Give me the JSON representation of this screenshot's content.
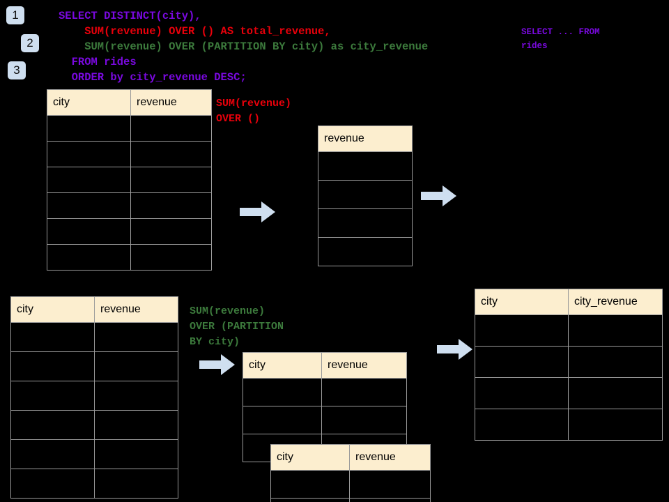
{
  "steps": [
    {
      "label": "1"
    },
    {
      "label": "2"
    },
    {
      "label": "3"
    }
  ],
  "query": {
    "line1": "SELECT DISTINCT(city),",
    "line2": "    SUM(revenue) OVER () AS total_revenue,",
    "line3": "    SUM(revenue) OVER (PARTITION BY city) as city_revenue",
    "line4": "  FROM rides",
    "line5": "  ORDER by city_revenue DESC;"
  },
  "side_note": {
    "line1": "SELECT ... FROM",
    "line2": "rides"
  },
  "annotations": {
    "sum_over_empty": "SUM(revenue)\nOVER ()",
    "sum_over_partition": "SUM(revenue)\nOVER (PARTITION\nBY city)"
  },
  "tables": {
    "source_top": {
      "columns": [
        "city",
        "revenue"
      ],
      "row_count": 6,
      "rows": [
        [
          "",
          ""
        ],
        [
          "",
          ""
        ],
        [
          "",
          ""
        ],
        [
          "",
          ""
        ],
        [
          "",
          ""
        ],
        [
          "",
          ""
        ]
      ]
    },
    "total_revenue": {
      "columns": [
        "revenue"
      ],
      "row_count": 4,
      "rows": [
        [
          ""
        ],
        [
          ""
        ],
        [
          ""
        ],
        [
          ""
        ]
      ]
    },
    "source_bottom": {
      "columns": [
        "city",
        "revenue"
      ],
      "row_count": 6,
      "rows": [
        [
          "",
          ""
        ],
        [
          "",
          ""
        ],
        [
          "",
          ""
        ],
        [
          "",
          ""
        ],
        [
          "",
          ""
        ],
        [
          "",
          ""
        ]
      ]
    },
    "partition_back": {
      "columns": [
        "city",
        "revenue"
      ],
      "row_count": 3,
      "rows": [
        [
          "",
          ""
        ],
        [
          "",
          ""
        ],
        [
          "",
          ""
        ]
      ]
    },
    "partition_front": {
      "columns": [
        "city",
        "revenue"
      ],
      "row_count": 2,
      "rows": [
        [
          "",
          ""
        ],
        [
          "",
          ""
        ]
      ]
    },
    "result": {
      "columns": [
        "city",
        "city_revenue"
      ],
      "row_count": 4,
      "rows": [
        [
          "",
          ""
        ],
        [
          "",
          ""
        ],
        [
          "",
          ""
        ],
        [
          "",
          ""
        ]
      ]
    }
  },
  "colors": {
    "background": "#000000",
    "badge": "#cfdff0",
    "arrow": "#cfdff0",
    "table_header": "#fceecf",
    "table_border": "#9b9b9b",
    "code_purple": "#7a09e0",
    "code_red": "#e8000b",
    "code_green": "#3c7a3c"
  },
  "arrows": [
    {
      "name": "arrow-source-to-total"
    },
    {
      "name": "arrow-total-to-result"
    },
    {
      "name": "arrow-source-to-partition"
    },
    {
      "name": "arrow-partition-to-result"
    }
  ]
}
